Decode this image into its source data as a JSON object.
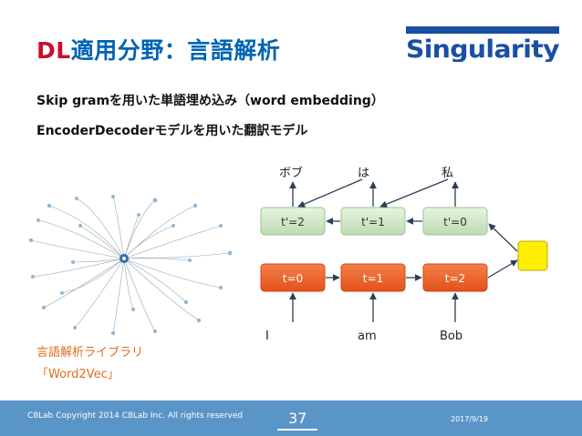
{
  "slide": {
    "title_prefix": "DL",
    "title_rest": "適用分野：言語解析",
    "brand": "Singularity",
    "bullets": [
      "Skip gramを用いた単語埋め込み（word embedding）",
      "EncoderDecoderモデルを用いた翻訳モデル"
    ],
    "caption": {
      "line1": "言語解析ライブラリ",
      "line2": "「Word2Vec」"
    }
  },
  "diagram": {
    "decoder_words": [
      "ボブ",
      "は",
      "私"
    ],
    "decoder_cells": [
      "t'=2",
      "t'=1",
      "t'=0"
    ],
    "encoder_cells": [
      "t=0",
      "t=1",
      "t=2"
    ],
    "input_words": [
      "I",
      "am",
      "Bob"
    ]
  },
  "colors": {
    "accent_red": "#c8102e",
    "title_blue": "#0064b4",
    "caption_orange": "#e26b1f",
    "decoder_cell": "#c7e3bf",
    "encoder_cell": "#f0641e",
    "context_vector": "#ffee00",
    "footer": "#5a95c8"
  },
  "footer": {
    "copyright": "C8Lab Copyright 2014 C8Lab Inc. All rights reserved",
    "page_number": "37",
    "date": "2017/9/19"
  }
}
